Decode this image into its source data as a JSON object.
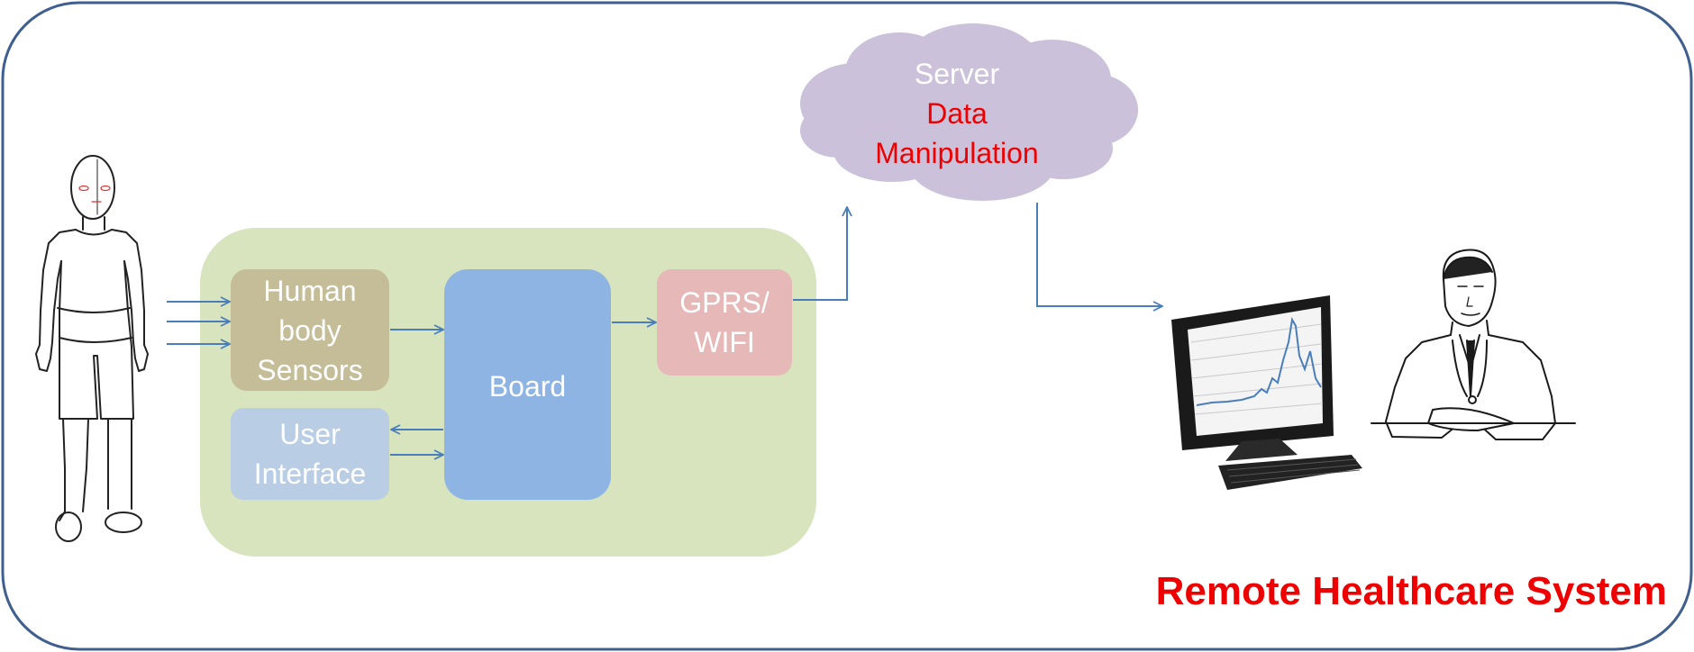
{
  "diagram": {
    "title": "Remote Healthcare System",
    "sensors_label": [
      "Human",
      "body",
      "Sensors"
    ],
    "user_interface_label": [
      "User",
      "Interface"
    ],
    "board_label": "Board",
    "gprs_label": [
      "GPRS/",
      "WIFI"
    ],
    "server_label": "Server",
    "server_sub_label": [
      "Data",
      "Manipulation"
    ]
  },
  "colors": {
    "outline": "#3f5f8f",
    "device_panel": "#d7e4bd",
    "sensors": "#c4bd97",
    "user_interface": "#b9cde5",
    "board": "#8eb4e3",
    "gprs": "#e6b9b8",
    "cloud": "#ccc1da",
    "arrow": "#4a7ebb",
    "accent_red": "#ee0000"
  }
}
